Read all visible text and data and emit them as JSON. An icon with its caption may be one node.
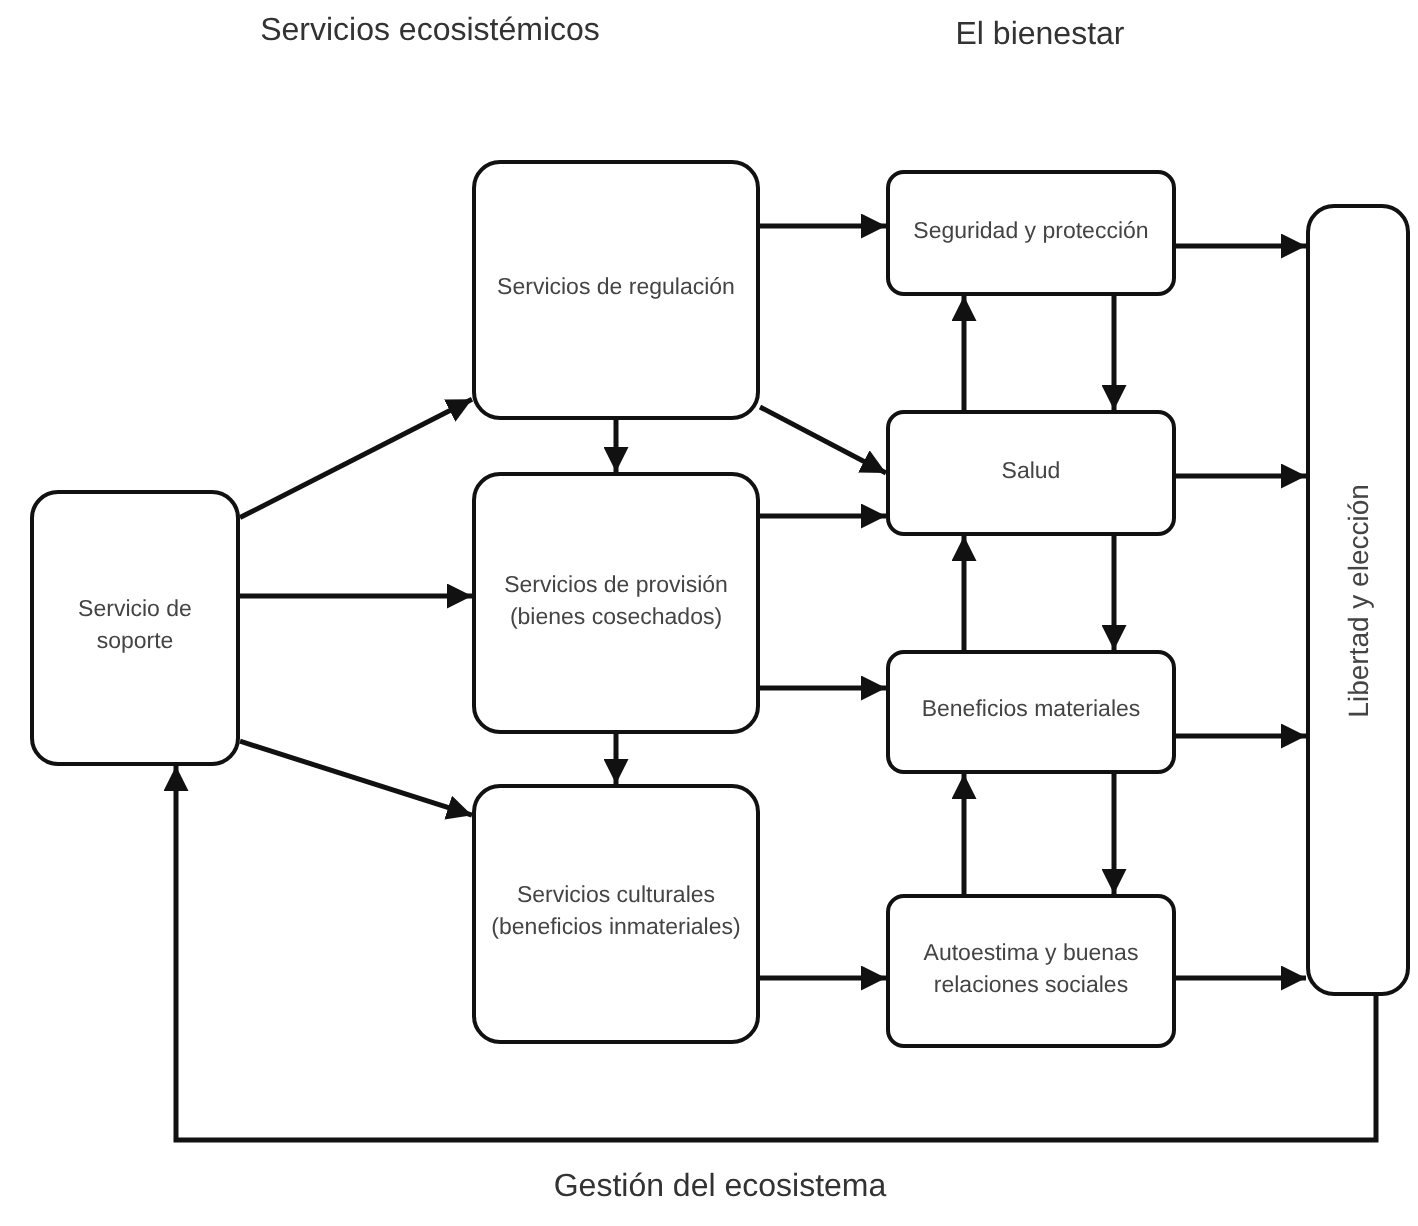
{
  "diagram": {
    "nodes": [
      {
        "text": [
          "Servicio de soporte"
        ]
      },
      {
        "text": [
          "Servicios de regulación"
        ]
      },
      {
        "text": [
          "Servicios de provisión (bienes cosechados)"
        ]
      },
      {
        "text": [
          "Servicios culturales (beneficios inmateriales)"
        ]
      },
      {
        "text": [
          "Seguridad y protección"
        ]
      },
      {
        "text": [
          "Salud"
        ]
      },
      {
        "text": [
          "Beneficios materiales"
        ]
      },
      {
        "text": [
          "Autoestima y buenas relaciones sociales"
        ]
      },
      {
        "text": [
          "Libertad y elección"
        ]
      }
    ],
    "edges": [
      {
        "from": 0,
        "to": 1,
        "arrow": "to"
      },
      {
        "from": 0,
        "to": 2,
        "arrow": "to"
      },
      {
        "from": 0,
        "to": 3,
        "arrow": "to"
      },
      {
        "from": 1,
        "to": 2,
        "arrow": "to"
      },
      {
        "from": 2,
        "to": 3,
        "arrow": "to"
      },
      {
        "from": 1,
        "to": 4,
        "arrow": "to"
      },
      {
        "from": 1,
        "to": 5,
        "arrow": "to"
      },
      {
        "from": 2,
        "to": 5,
        "arrow": "to"
      },
      {
        "from": 2,
        "to": 6,
        "arrow": "to"
      },
      {
        "from": 3,
        "to": 7,
        "arrow": "to"
      },
      {
        "from": 4,
        "to": 5,
        "arrow": "to"
      },
      {
        "from": 5,
        "to": 4,
        "arrow": "to"
      },
      {
        "from": 5,
        "to": 6,
        "arrow": "to"
      },
      {
        "from": 6,
        "to": 5,
        "arrow": "to"
      },
      {
        "from": 6,
        "to": 7,
        "arrow": "to"
      },
      {
        "from": 7,
        "to": 6,
        "arrow": "to"
      },
      {
        "from": 4,
        "to": 8,
        "arrow": "to"
      },
      {
        "from": 5,
        "to": 8,
        "arrow": "to"
      },
      {
        "from": 6,
        "to": 8,
        "arrow": "to"
      },
      {
        "from": 7,
        "to": 8,
        "arrow": "to"
      },
      {
        "from": 8,
        "to": 0,
        "arrow": "to"
      }
    ],
    "labels": [
      "Servicios ecosistémicos",
      "El bienestar",
      "Gestión del ecosistema"
    ]
  }
}
